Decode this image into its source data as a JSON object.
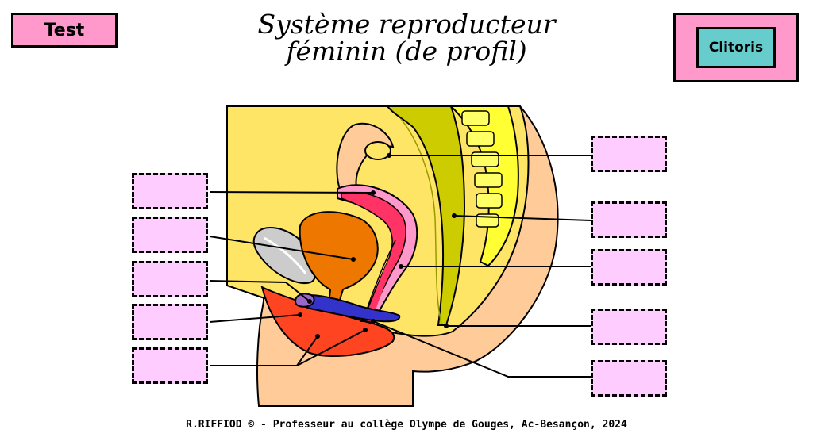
{
  "buttons": {
    "test_label": "Test",
    "clitoris_label": "Clitoris"
  },
  "title": {
    "line1": "Système reproducteur",
    "line2": "féminin (de profil)"
  },
  "footer": {
    "credit": "R.RIFFIOD © - Professeur au collège Olympe de Gouges, Ac-Besançon, 2024"
  },
  "colors": {
    "button_pink": "#ff99cc",
    "button_teal": "#66cccc",
    "label_box": "#ffccff",
    "body_yellow": "#ffe566",
    "skin": "#ffcc99",
    "uterus_pink": "#ff6699",
    "bladder_orange": "#ee7700",
    "pubic_red": "#ff4422",
    "rectum_olive": "#cccc00",
    "spine_yellow": "#ffff33",
    "urethra_blue": "#3333cc",
    "pubic_bone_grey": "#cccccc"
  }
}
